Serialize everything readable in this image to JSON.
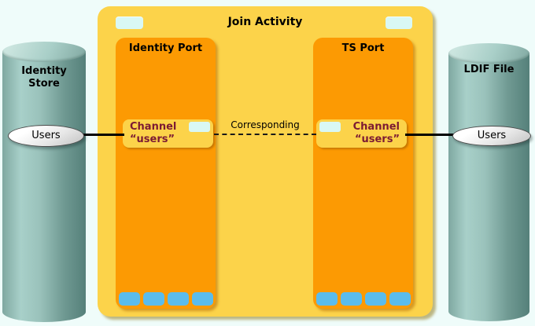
{
  "diagram": {
    "title": "Join Activity",
    "connection_label": "Corresponding",
    "identity_store": {
      "label": "Identity\nStore",
      "oval_label": "Users"
    },
    "ldif_file": {
      "label": "LDIF File",
      "oval_label": "Users"
    },
    "identity_port": {
      "title": "Identity Port",
      "channel_line1": "Channel",
      "channel_line2": "“users”"
    },
    "ts_port": {
      "title": "TS Port",
      "channel_line1": "Channel",
      "channel_line2": "“users”"
    }
  },
  "colors": {
    "background": "#EFFCFA",
    "activity_fill": "#FCD34A",
    "port_fill": "#FC9A03",
    "channel_box_fill": "#FCD34A",
    "channel_text": "#7B1A33",
    "tab_light": "#D9F8F4",
    "tab_blue": "#5BBCEC",
    "cylinder_light": "#A8D0C9",
    "cylinder_dark": "#55807A",
    "oval_fill": "#E8E8E8",
    "line": "#000000"
  }
}
